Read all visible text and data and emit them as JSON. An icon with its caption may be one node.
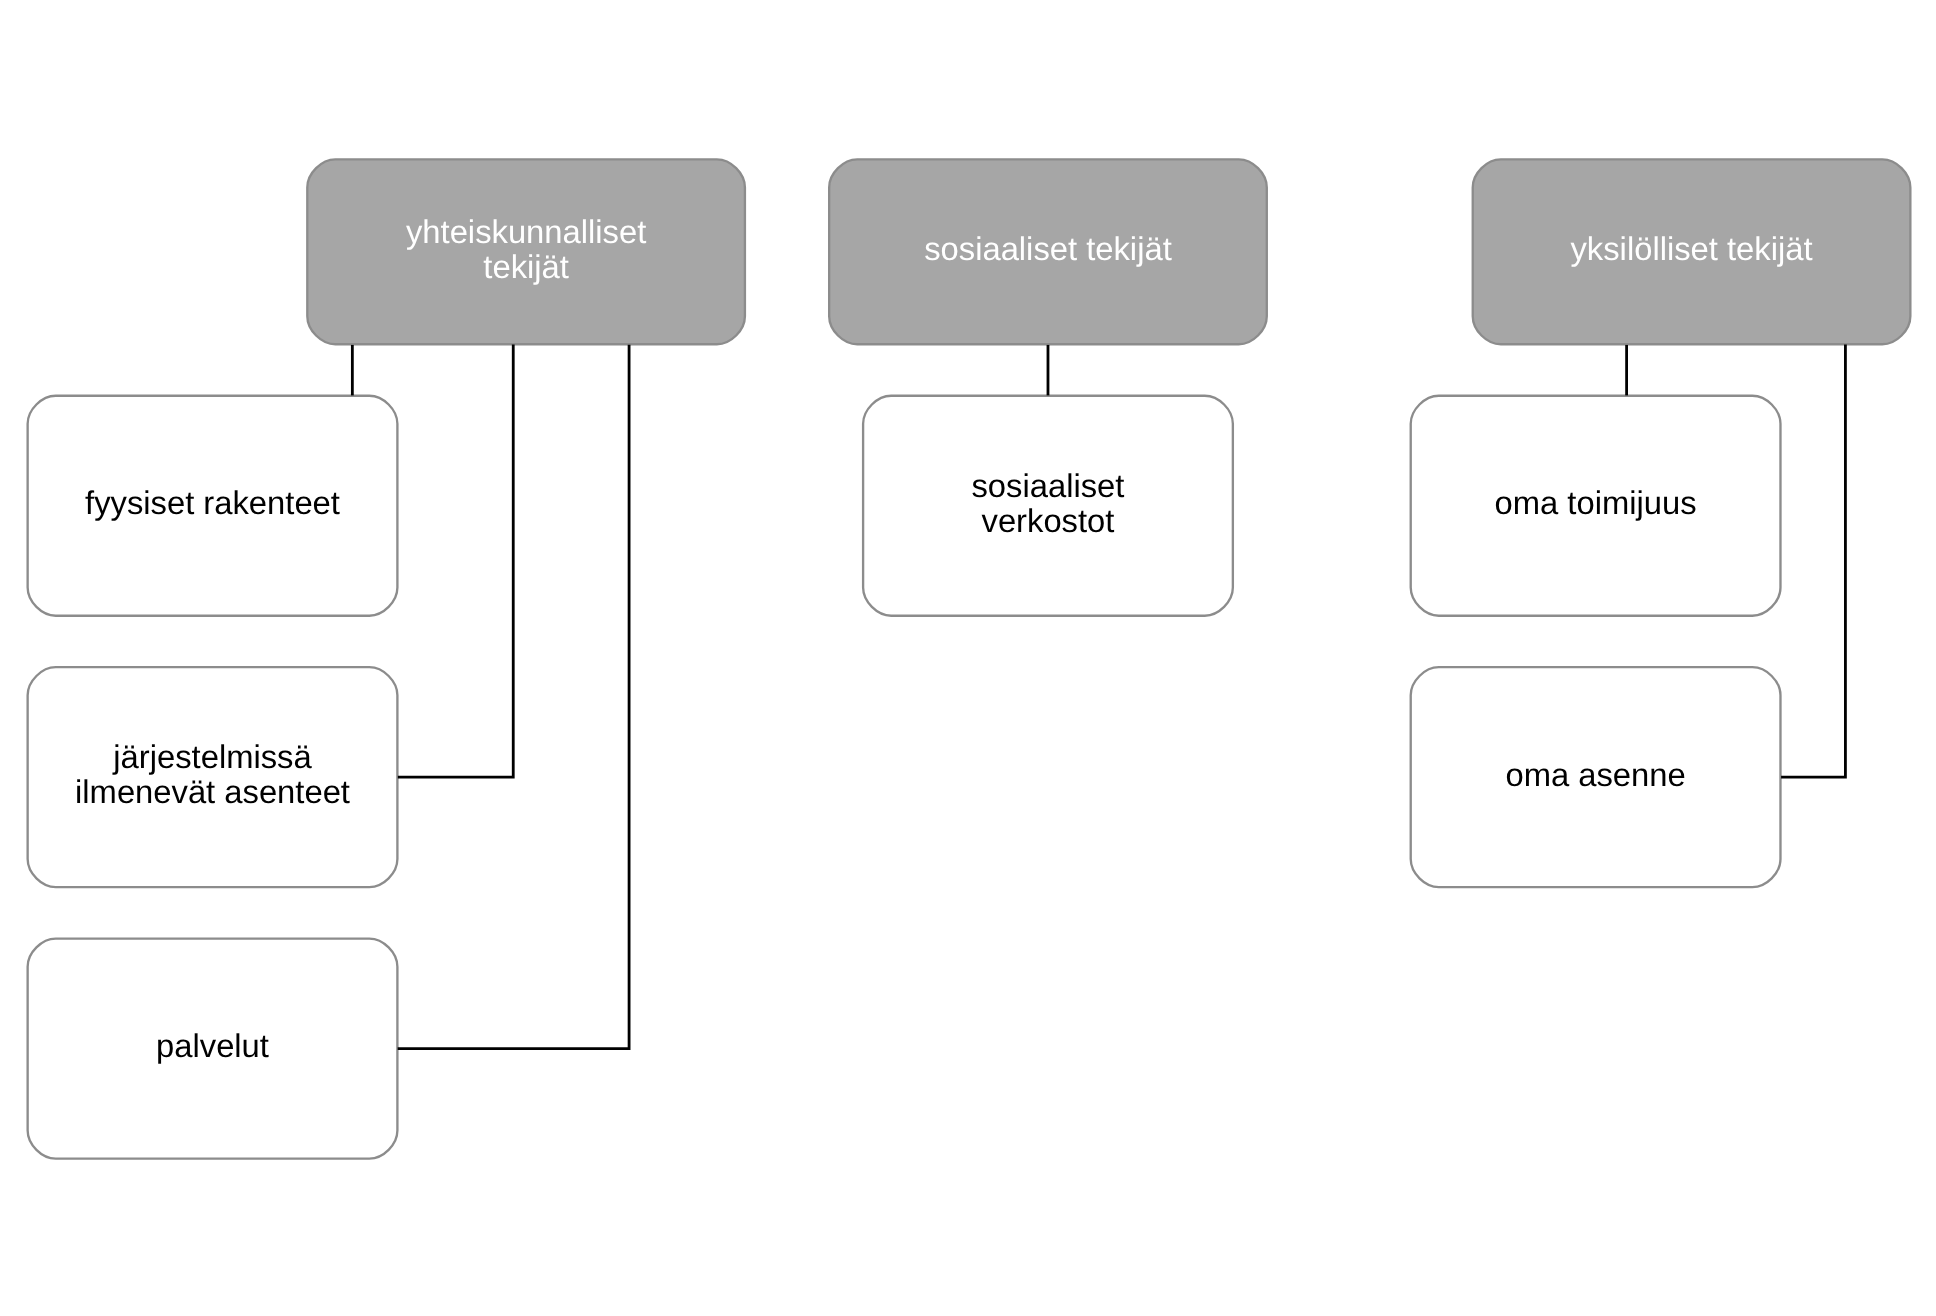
{
  "diagram": {
    "nodes": [
      {
        "text": [
          "yhteiskunnalliset tekijät"
        ]
      },
      {
        "text": [
          "fyysiset rakenteet"
        ]
      },
      {
        "text": [
          "järjestelmissä ilmenevät asenteet"
        ]
      },
      {
        "text": [
          "palvelut"
        ]
      },
      {
        "text": [
          "sosiaaliset tekijät"
        ]
      },
      {
        "text": [
          "sosiaaliset verkostot"
        ]
      },
      {
        "text": [
          "yksilölliset tekijät"
        ]
      },
      {
        "text": [
          "oma toimijuus"
        ]
      },
      {
        "text": [
          "oma asenne"
        ]
      }
    ],
    "edges": [
      {
        "from": 0,
        "to": 1,
        "arrow": "none"
      },
      {
        "from": 0,
        "to": 2,
        "arrow": "none"
      },
      {
        "from": 0,
        "to": 3,
        "arrow": "none"
      },
      {
        "from": 4,
        "to": 5,
        "arrow": "none"
      },
      {
        "from": 6,
        "to": 7,
        "arrow": "none"
      },
      {
        "from": 6,
        "to": 8,
        "arrow": "none"
      }
    ]
  }
}
